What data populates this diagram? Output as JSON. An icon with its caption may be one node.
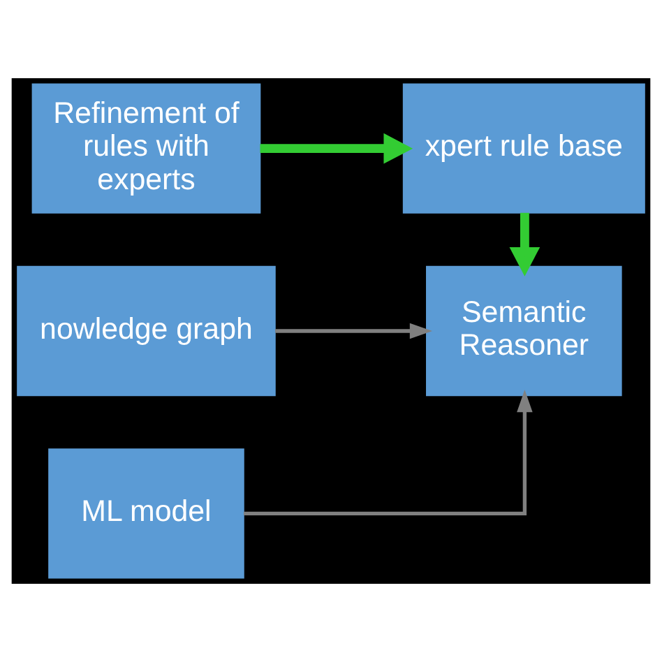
{
  "diagram": {
    "nodes": [
      {
        "text": [
          "nowledge graph"
        ]
      },
      {
        "text": [
          "ML model"
        ]
      },
      {
        "text": [
          "Semantic Reasoner"
        ]
      },
      {
        "text": [
          "xpert rule base"
        ]
      },
      {
        "text": [
          "Refinement of rules with experts"
        ]
      }
    ],
    "edges": [
      {
        "from": 0,
        "to": 2,
        "arrow": "to"
      },
      {
        "from": 1,
        "to": 2,
        "arrow": "to"
      },
      {
        "from": 3,
        "to": 2,
        "arrow": "to",
        "style": "thick",
        "color": "#33cc33"
      },
      {
        "from": 4,
        "to": 3,
        "arrow": "to",
        "style": "thick",
        "color": "#33cc33"
      }
    ]
  }
}
